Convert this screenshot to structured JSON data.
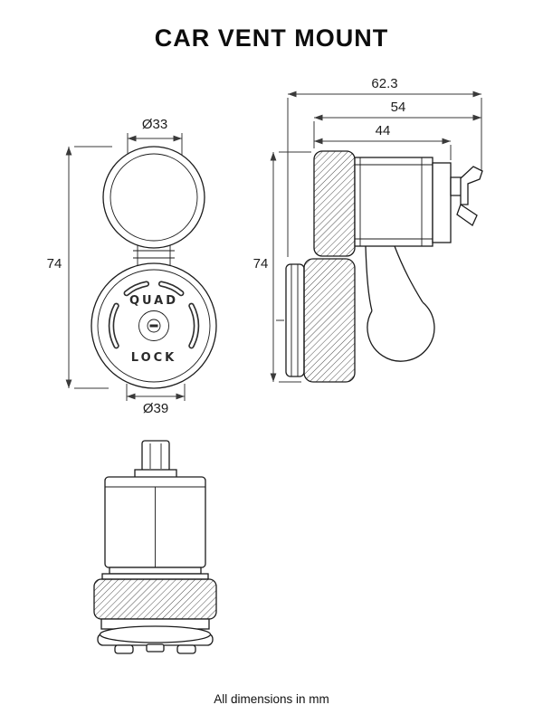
{
  "title": "CAR VENT MOUNT",
  "footer_note": "All dimensions in mm",
  "brand": {
    "line1": "QUAD",
    "line2": "LOCK"
  },
  "dimensions": {
    "front_top_diameter": "Ø33",
    "front_height": "74",
    "front_bottom_diameter": "Ø39",
    "side_total_width": "62.3",
    "side_mid_width": "54",
    "side_head_width": "44",
    "side_height": "74"
  },
  "colors": {
    "line": "#1b1b1b",
    "dimension": "#3a3a3a",
    "background": "#ffffff"
  }
}
